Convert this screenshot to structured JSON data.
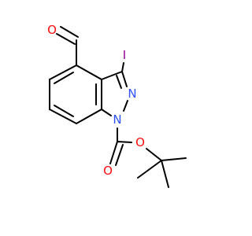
{
  "colors": {
    "bond": "#000000",
    "oxygen": "#ff0d0d",
    "nitrogen": "#3050f8",
    "iodine": "#940094",
    "background": "#ffffff"
  },
  "atoms": {
    "o_formyl": "O",
    "iodine": "I",
    "n2": "N",
    "n1": "N",
    "o_carbonyl": "O",
    "o_ester": "O"
  }
}
